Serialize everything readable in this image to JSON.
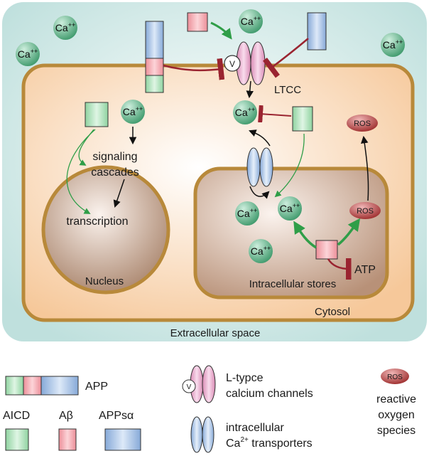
{
  "diagram": {
    "regions": {
      "extracellular": "Extracellular space",
      "cytosol": "Cytosol",
      "nucleus": "Nucleus",
      "stores": "Intracellular stores"
    },
    "labels": {
      "ltcc": "LTCC",
      "signaling_1": "signaling",
      "signaling_2": "cascades",
      "transcription": "transcription",
      "atp": "ATP",
      "voltage": "V"
    },
    "ion": {
      "base": "Ca",
      "charge": "++"
    },
    "ros": "ROS",
    "colors": {
      "extracellular": "#d6ebe9",
      "cytosol": "#fbe3c8",
      "cytosol_border": "#b8893a",
      "nucleus": "#c9a890",
      "calcium": "#5cb58a",
      "aicd": "#b9e3c3",
      "abeta": "#f4a3a9",
      "appsa": "#a9c6e8",
      "ltcc": "#e8a6c8",
      "transporter": "#a9c6e8",
      "ros": "#b23b3b",
      "green_arrow": "#2f9e48",
      "inhibit": "#9a2430"
    }
  },
  "legend": {
    "app": "APP",
    "aicd": "AICD",
    "abeta": "Aβ",
    "appsa": "APPsα",
    "ltcc_1": "L-typce",
    "ltcc_2": "calcium channels",
    "transporter_1": "intracellular",
    "transporter_2_base": "Ca",
    "transporter_2_sup": "2+",
    "transporter_2_rest": " transporters",
    "ros_1": "reactive",
    "ros_2": "oxygen",
    "ros_3": "species",
    "ros_icon": "ROS",
    "voltage": "V"
  }
}
